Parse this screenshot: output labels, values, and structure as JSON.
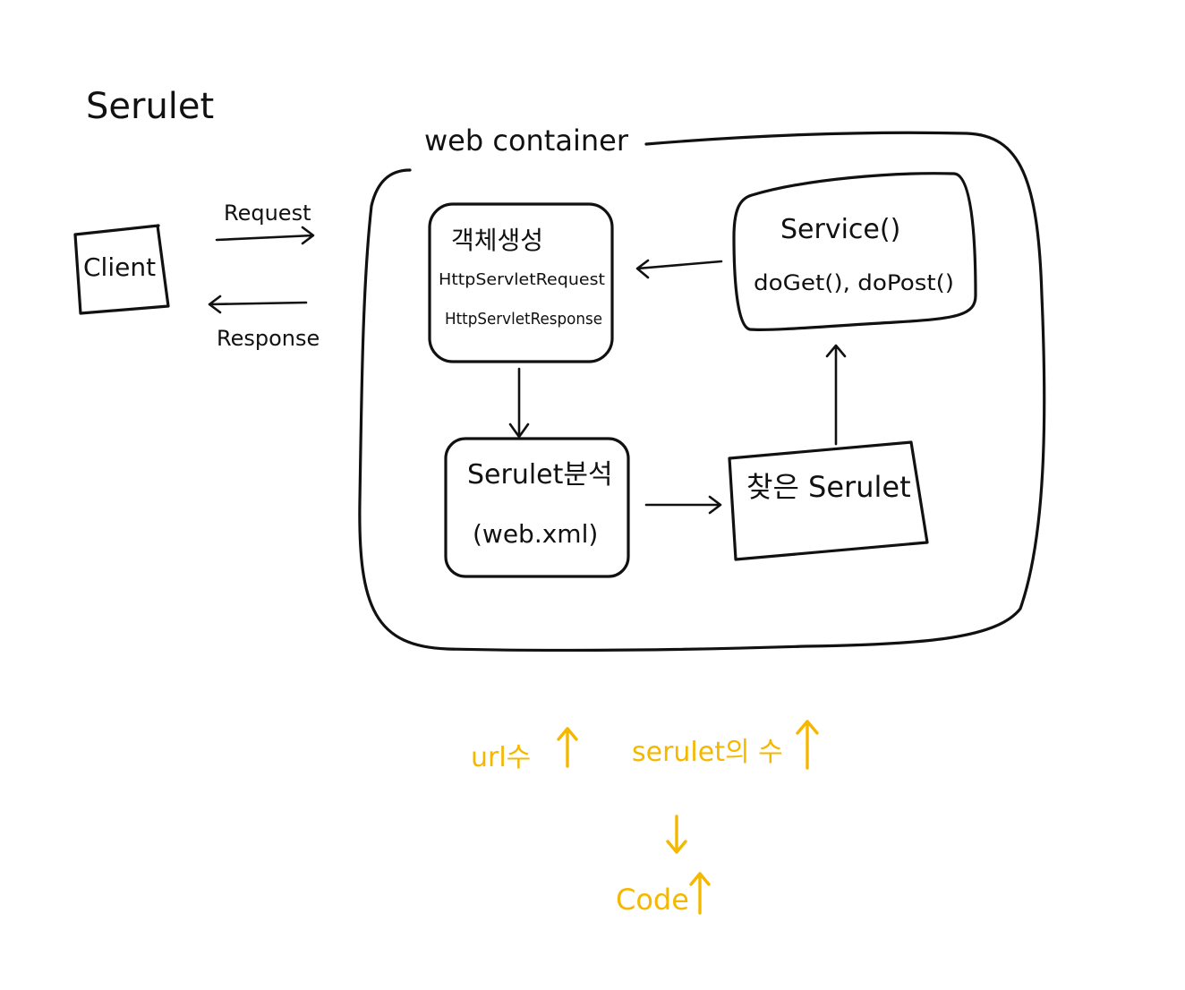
{
  "title": "Serulet",
  "container_label": "web container",
  "client_label": "Client",
  "request_label": "Request",
  "response_label": "Response",
  "boxes": {
    "object_creation": {
      "title": "객체생성",
      "line1": "HttpServletRequest",
      "line2": "HttpServletResponse"
    },
    "servlet_analysis": {
      "title": "Serulet분석",
      "line1": "(web.xml)"
    },
    "found_servlet": {
      "title": "찾은 Serulet"
    },
    "service": {
      "title": "Service()",
      "line1": "doGet(), doPost()"
    }
  },
  "notes": {
    "url_count": "url수",
    "servlet_count": "serulet의 수",
    "code": "Code"
  },
  "colors": {
    "ink": "#111111",
    "highlight": "#f5b800"
  }
}
